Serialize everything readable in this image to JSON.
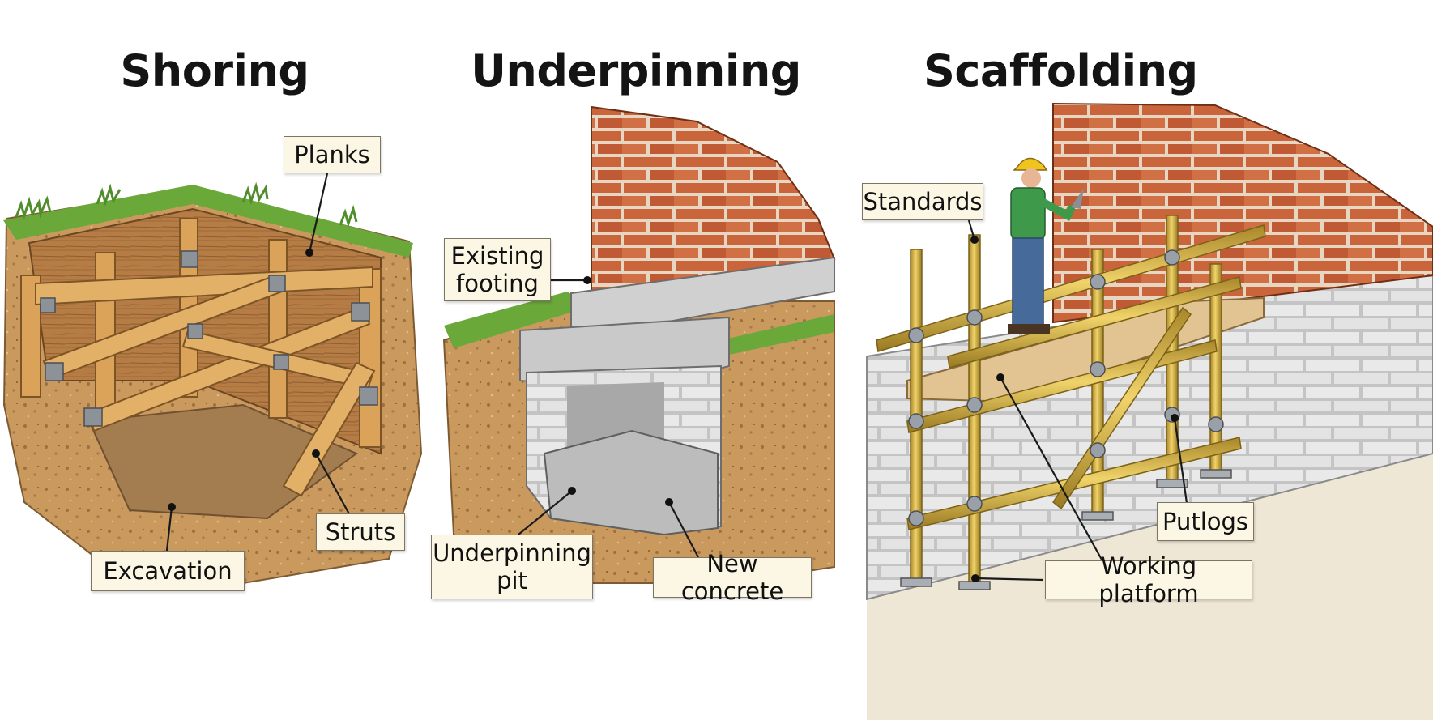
{
  "panels": [
    {
      "title": "Shoring",
      "labels": {
        "planks": "Planks",
        "struts": "Struts",
        "excavation": "Excavation"
      }
    },
    {
      "title": "Underpinning",
      "labels": {
        "existing_footing": "Existing\nfooting",
        "underpinning_pit": "Underpinning\npit",
        "new_concrete": "New concrete"
      }
    },
    {
      "title": "Scaffolding",
      "labels": {
        "standards": "Standards",
        "putlogs": "Putlogs",
        "working_platform": "Working platform"
      }
    }
  ],
  "colors": {
    "brick": "#c8643c",
    "mortar": "#e8d8c4",
    "soil": "#c49660",
    "grass": "#6aa83a",
    "timber": "#d9a45c",
    "concrete": "#bdbdbd",
    "scaffold_tube": "#d4b43c",
    "label_bg": "#fbf7e4"
  }
}
